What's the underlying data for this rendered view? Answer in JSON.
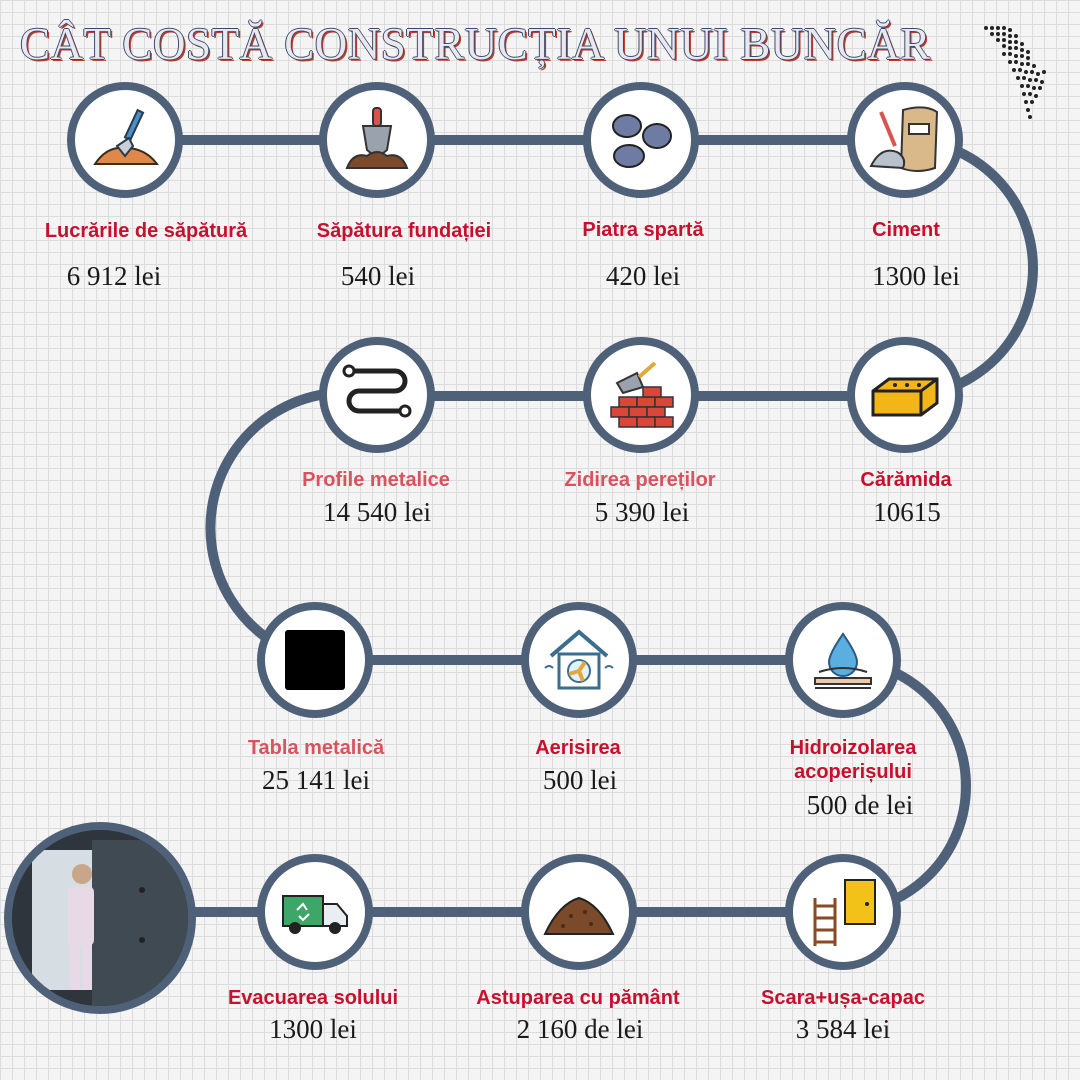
{
  "title": "CÂT COSTĂ CONSTRUCȚIA UNUI BUNCĂR",
  "colors": {
    "track": "#4e6179",
    "label_red": "#c8102e",
    "label_pink": "#d9535f",
    "title_stroke": "#3b4a6b"
  },
  "steps": [
    {
      "label": "Lucrările de săpătură",
      "price": "6 912 lei",
      "icon": "shovel-soil-icon"
    },
    {
      "label": "Săpătura fundației",
      "price": "540 lei",
      "icon": "trowel-soil-icon"
    },
    {
      "label": "Piatra spartă",
      "price": "420 lei",
      "icon": "stones-icon"
    },
    {
      "label": "Ciment",
      "price": "1300 lei",
      "icon": "cement-bag-icon"
    },
    {
      "label": "Cărămida",
      "price": "10615",
      "icon": "brick-icon"
    },
    {
      "label": "Zidirea pereților",
      "price": "5 390 lei",
      "icon": "brick-wall-icon"
    },
    {
      "label": "Profile metalice",
      "price": "14 540 lei",
      "icon": "metal-profile-icon"
    },
    {
      "label": "Tabla metalică",
      "price": "25 141 lei",
      "icon": "metal-sheet-icon"
    },
    {
      "label": "Aerisirea",
      "price": "500 lei",
      "icon": "ventilation-house-icon"
    },
    {
      "label": "Hidroizolarea acoperișului",
      "price": "500 de lei",
      "icon": "waterproofing-icon"
    },
    {
      "label": "Scara+ușa-capac",
      "price": "3 584 lei",
      "icon": "ladder-door-icon"
    },
    {
      "label": "Astuparea cu pământ",
      "price": "2 160 de lei",
      "icon": "soil-pile-icon"
    },
    {
      "label": "Evacuarea solului",
      "price": "1300 lei",
      "icon": "garbage-truck-icon"
    }
  ]
}
